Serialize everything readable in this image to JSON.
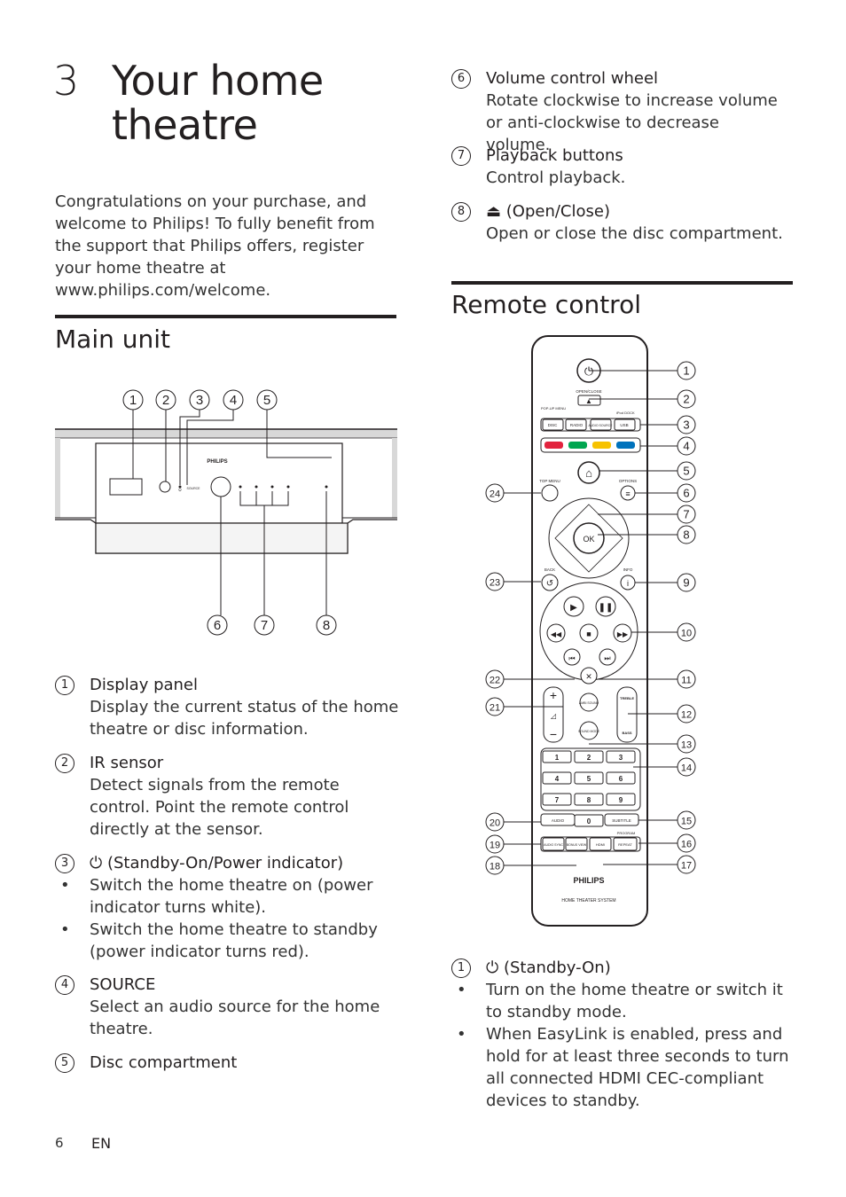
{
  "chapter": {
    "number": "3",
    "title": "Your home theatre"
  },
  "intro": "Congratulations on your purchase, and welcome to Philips! To fully benefit from the support that Philips offers, register your home theatre at www.philips.com/welcome.",
  "main_unit": {
    "title": "Main unit",
    "callouts": [
      "1",
      "2",
      "3",
      "4",
      "5",
      "6",
      "7",
      "8"
    ],
    "panel": {
      "brand": "PHILIPS",
      "source_label": "SOURCE"
    },
    "items": [
      {
        "n": "1",
        "head": "Display panel",
        "body": "Display the current status of the home theatre or disc information."
      },
      {
        "n": "2",
        "head": "IR sensor",
        "body": "Detect signals from the remote control. Point the remote control directly at the sensor."
      },
      {
        "n": "3",
        "head": "(Standby-On/Power indicator)",
        "bullets": [
          "Switch the home theatre on (power indicator turns white).",
          "Switch the home theatre to standby (power indicator turns red)."
        ]
      },
      {
        "n": "4",
        "head": "SOURCE",
        "body": "Select an audio source for the home theatre."
      },
      {
        "n": "5",
        "head": "Disc compartment"
      }
    ]
  },
  "right_items": [
    {
      "n": "6",
      "head": "Volume control wheel",
      "body": "Rotate clockwise to increase volume or anti-clockwise to decrease volume."
    },
    {
      "n": "7",
      "head": "Playback buttons",
      "body": "Control playback."
    },
    {
      "n": "8",
      "head": "(Open/Close)",
      "body": "Open or close the disc compartment."
    }
  ],
  "remote_control": {
    "title": "Remote control",
    "labels": {
      "open_close": "OPEN/CLOSE",
      "popup": "POP-UP MENU",
      "ipod": "iPod DOCK",
      "disc": "DISC",
      "radio": "RADIO",
      "audio_source": "AUDIO SOURCE",
      "usb": "USB",
      "top_menu": "TOP MENU",
      "options": "OPTIONS",
      "ok": "OK",
      "back": "BACK",
      "info": "INFO",
      "ambisound": "AMBI SOUND",
      "sound_mode": "SOUND MODE",
      "treble": "TREBLE",
      "bass": "BASS",
      "audio": "AUDIO",
      "subtitle": "SUBTITLE",
      "program": "PROGRAM",
      "audio_sync": "AUDIO SYNC",
      "bonus_view": "BONUS VIEW",
      "hdmi": "HDMI",
      "repeat": "REPEAT",
      "brand": "PHILIPS",
      "model": "HOME THEATER SYSTEM"
    },
    "digits": [
      "1",
      "2",
      "3",
      "4",
      "5",
      "6",
      "7",
      "8",
      "9",
      "0"
    ],
    "callouts_right": [
      "1",
      "2",
      "3",
      "4",
      "5",
      "6",
      "7",
      "8",
      "9",
      "10",
      "11",
      "12",
      "13",
      "14",
      "15",
      "16",
      "17"
    ],
    "callouts_left": [
      "24",
      "23",
      "22",
      "21",
      "20",
      "19",
      "18"
    ],
    "items": [
      {
        "n": "1",
        "head": "(Standby-On)",
        "bullets": [
          "Turn on the home theatre or switch it to standby mode.",
          "When EasyLink is enabled, press and hold for at least three seconds to turn all connected HDMI CEC-compliant devices to standby."
        ]
      }
    ]
  },
  "footer": {
    "page": "6",
    "lang": "EN"
  }
}
